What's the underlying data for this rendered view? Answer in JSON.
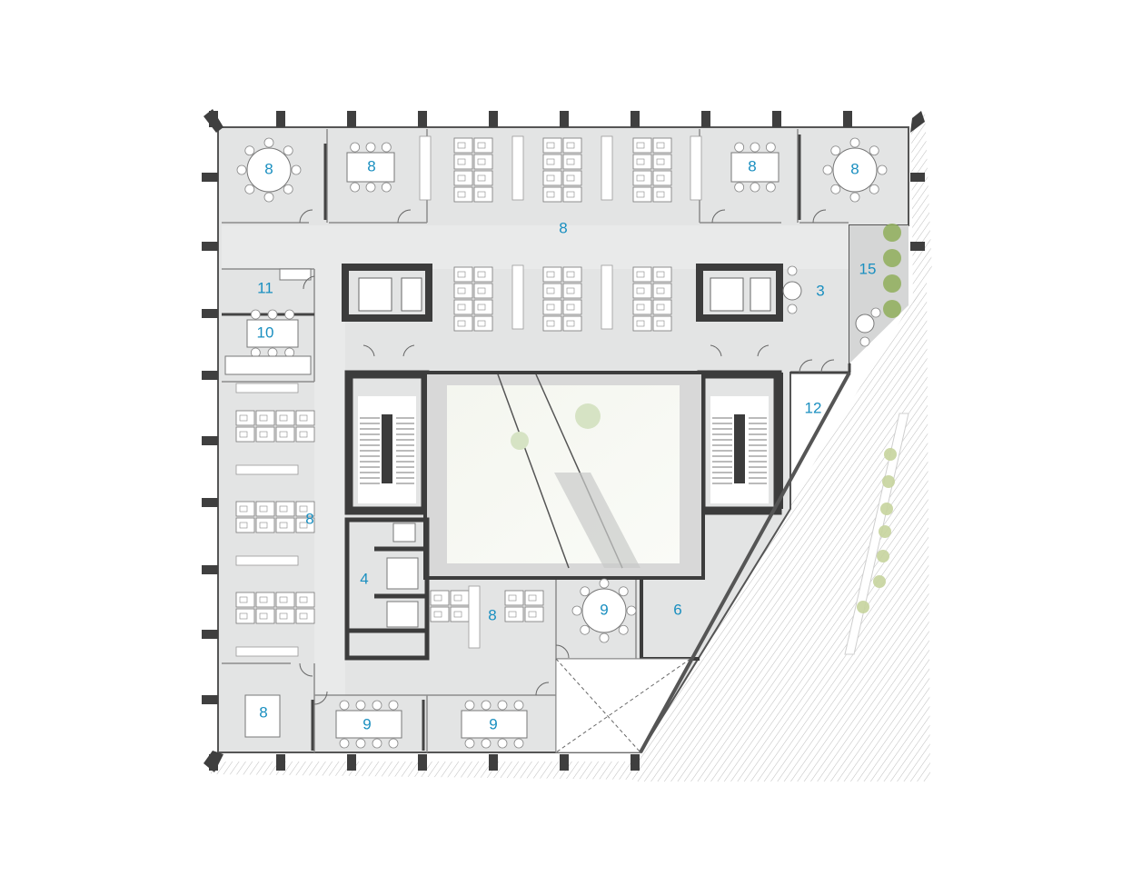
{
  "plan": {
    "colors": {
      "background": "#ffffff",
      "floor": "#e3e4e4",
      "wall": "#555555",
      "core": "#3c3c3c",
      "glass": "#9a9a9a",
      "label": "#1a8fc0",
      "furniture": "#ffffff",
      "hatch": "#b8b8b8",
      "plant": "#8fae5a"
    },
    "room_labels": [
      {
        "id": "meeting-round-nw",
        "text": "8"
      },
      {
        "id": "meeting-rect-n1",
        "text": "8"
      },
      {
        "id": "meeting-rect-n2",
        "text": "8"
      },
      {
        "id": "meeting-round-ne",
        "text": "8"
      },
      {
        "id": "open-office-north",
        "text": "8"
      },
      {
        "id": "lounge",
        "text": "3"
      },
      {
        "id": "terrace",
        "text": "15"
      },
      {
        "id": "kitchenette",
        "text": "11"
      },
      {
        "id": "dining",
        "text": "10"
      },
      {
        "id": "storage",
        "text": "12"
      },
      {
        "id": "open-office-west",
        "text": "8"
      },
      {
        "id": "toilets",
        "text": "4"
      },
      {
        "id": "open-office-south",
        "text": "8"
      },
      {
        "id": "meeting-round-s",
        "text": "9"
      },
      {
        "id": "service",
        "text": "6"
      },
      {
        "id": "office-sw",
        "text": "8"
      },
      {
        "id": "meeting-s1",
        "text": "9"
      },
      {
        "id": "meeting-s2",
        "text": "9"
      }
    ]
  }
}
